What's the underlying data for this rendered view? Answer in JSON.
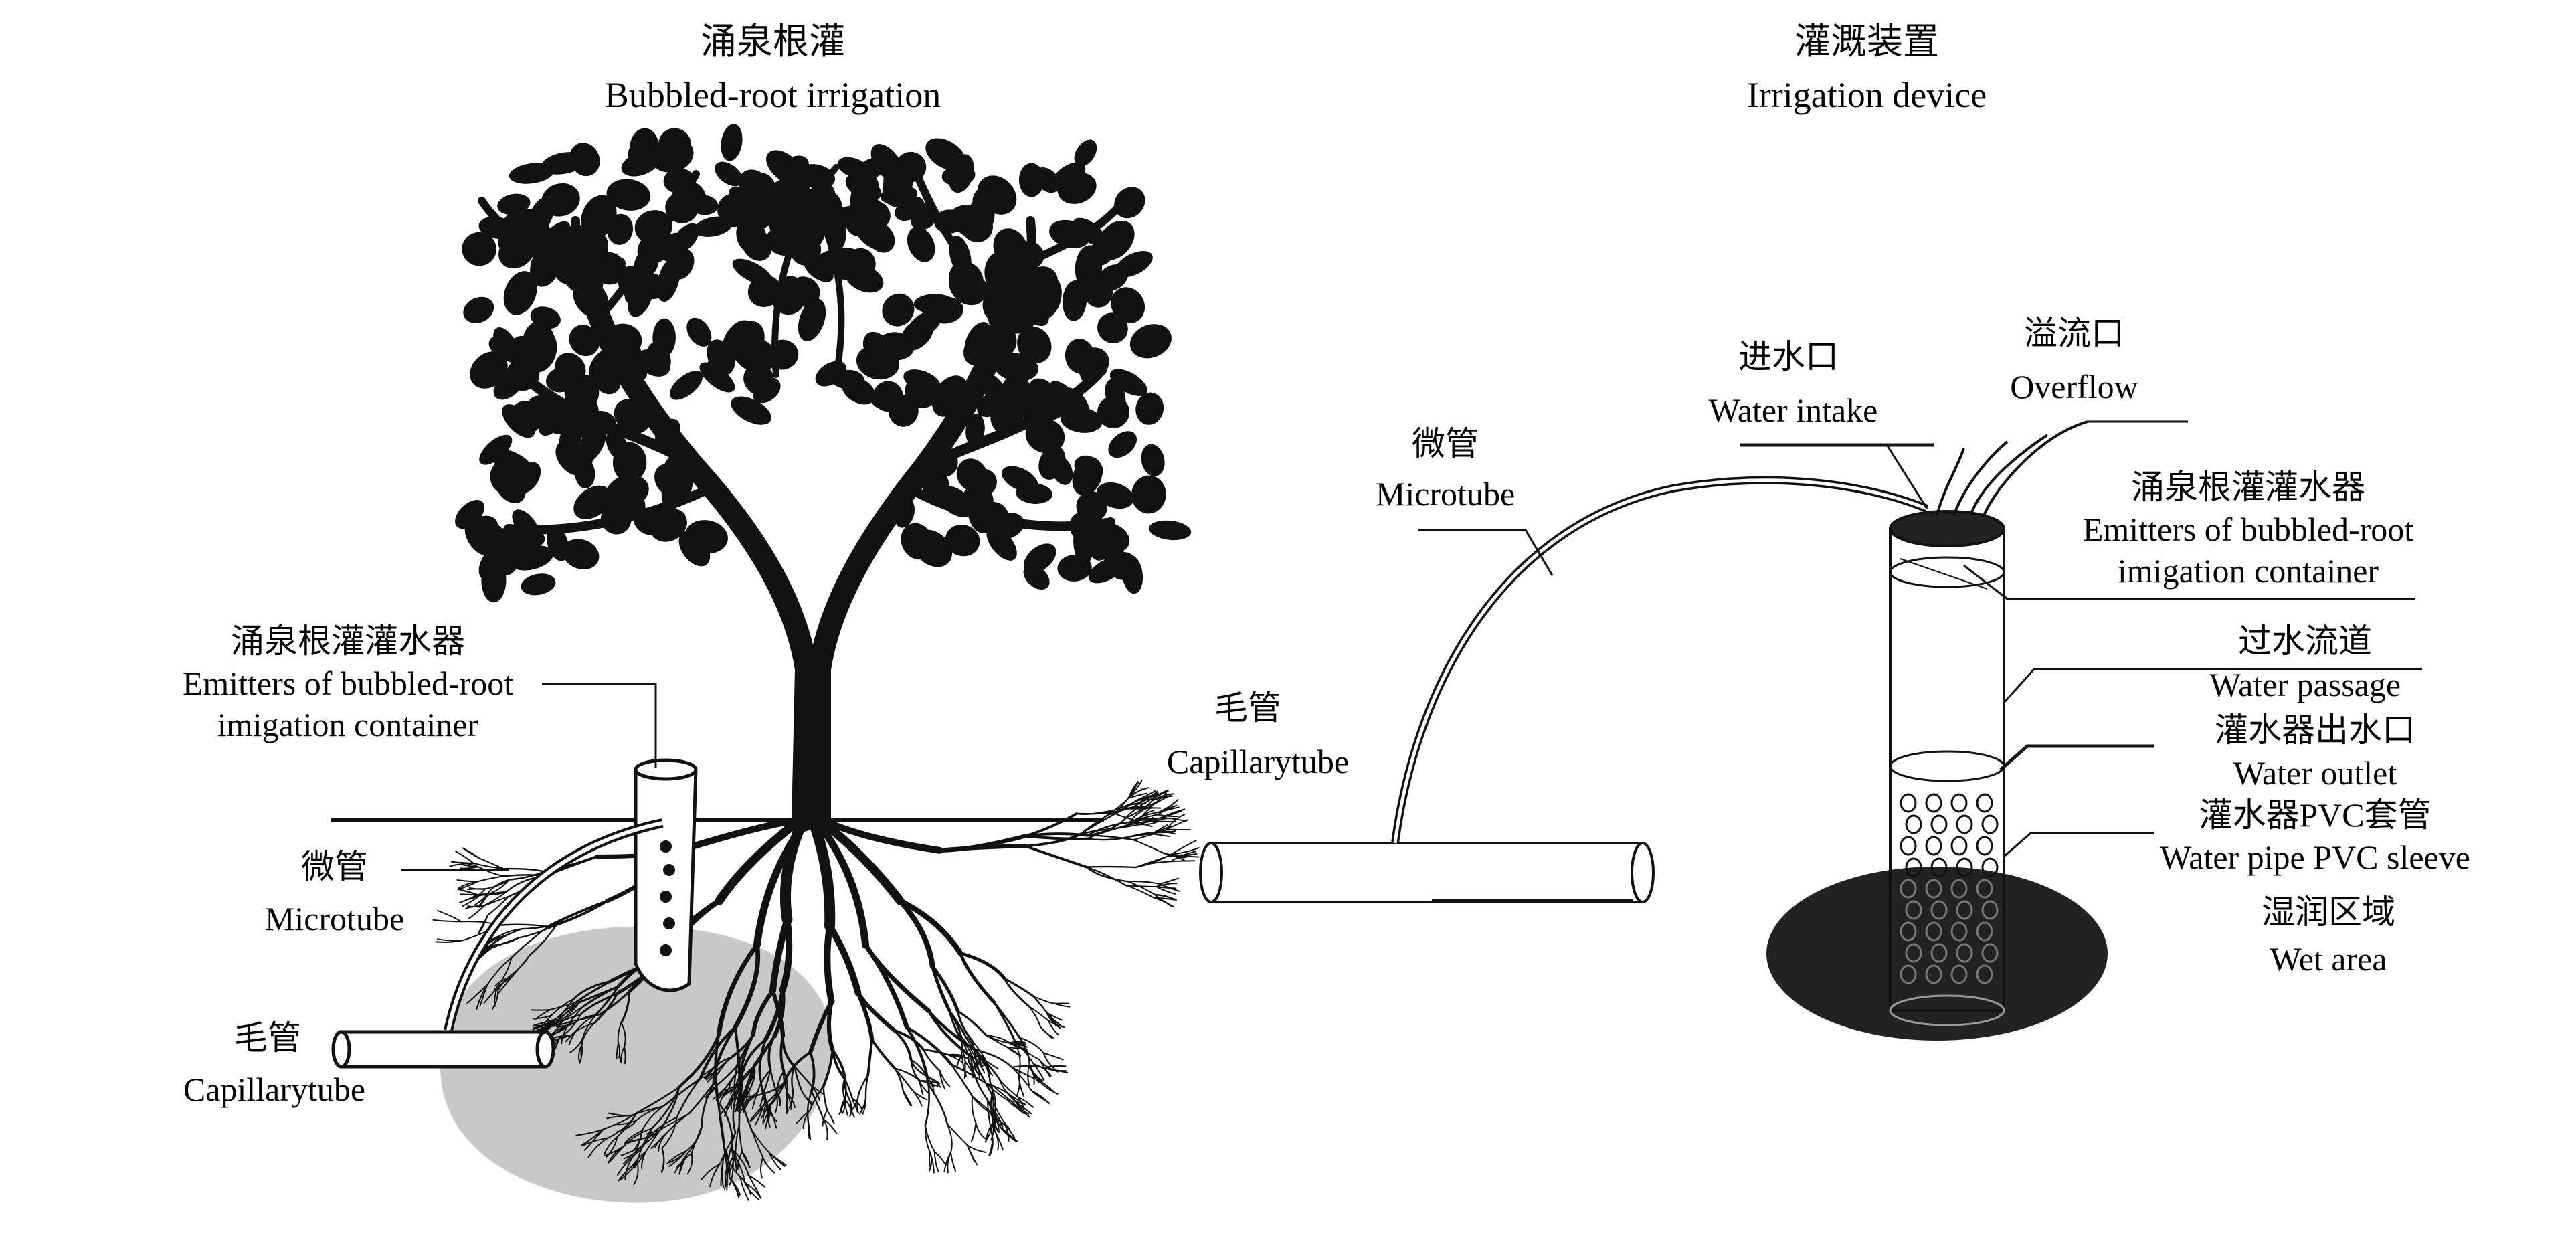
{
  "left_panel": {
    "title_cn": "涌泉根灌",
    "title_en": "Bubbled-root irrigation",
    "emitter_cn": "涌泉根灌灌水器",
    "emitter_en_1": "Emitters of bubbled-root",
    "emitter_en_2": "imigation container",
    "microtube_cn": "微管",
    "microtube_en": "Microtube",
    "capillary_cn": "毛管",
    "capillary_en": "Capillarytube"
  },
  "right_panel": {
    "title_cn": "灌溉装置",
    "title_en": "Irrigation device",
    "intake_cn": "进水口",
    "intake_en": "Water intake",
    "overflow_cn": "溢流口",
    "overflow_en": "Overflow",
    "microtube_cn": "微管",
    "microtube_en": "Microtube",
    "emitter_cn": "涌泉根灌灌水器",
    "emitter_en_1": "Emitters of bubbled-root",
    "emitter_en_2": "imigation container",
    "passage_cn": "过水流道",
    "passage_en": "Water passage",
    "outlet_cn": "灌水器出水口",
    "outlet_en": "Water outlet",
    "sleeve_cn": "灌水器PVC套管",
    "sleeve_en": "Water pipe PVC sleeve",
    "capillary_cn": "毛管",
    "capillary_en": "Capillarytube",
    "wet_cn": "湿润区域",
    "wet_en": "Wet area"
  },
  "colors": {
    "ink": "#111111",
    "wet_area_left": "#c8c8c8",
    "wet_area_right": "#222222"
  }
}
